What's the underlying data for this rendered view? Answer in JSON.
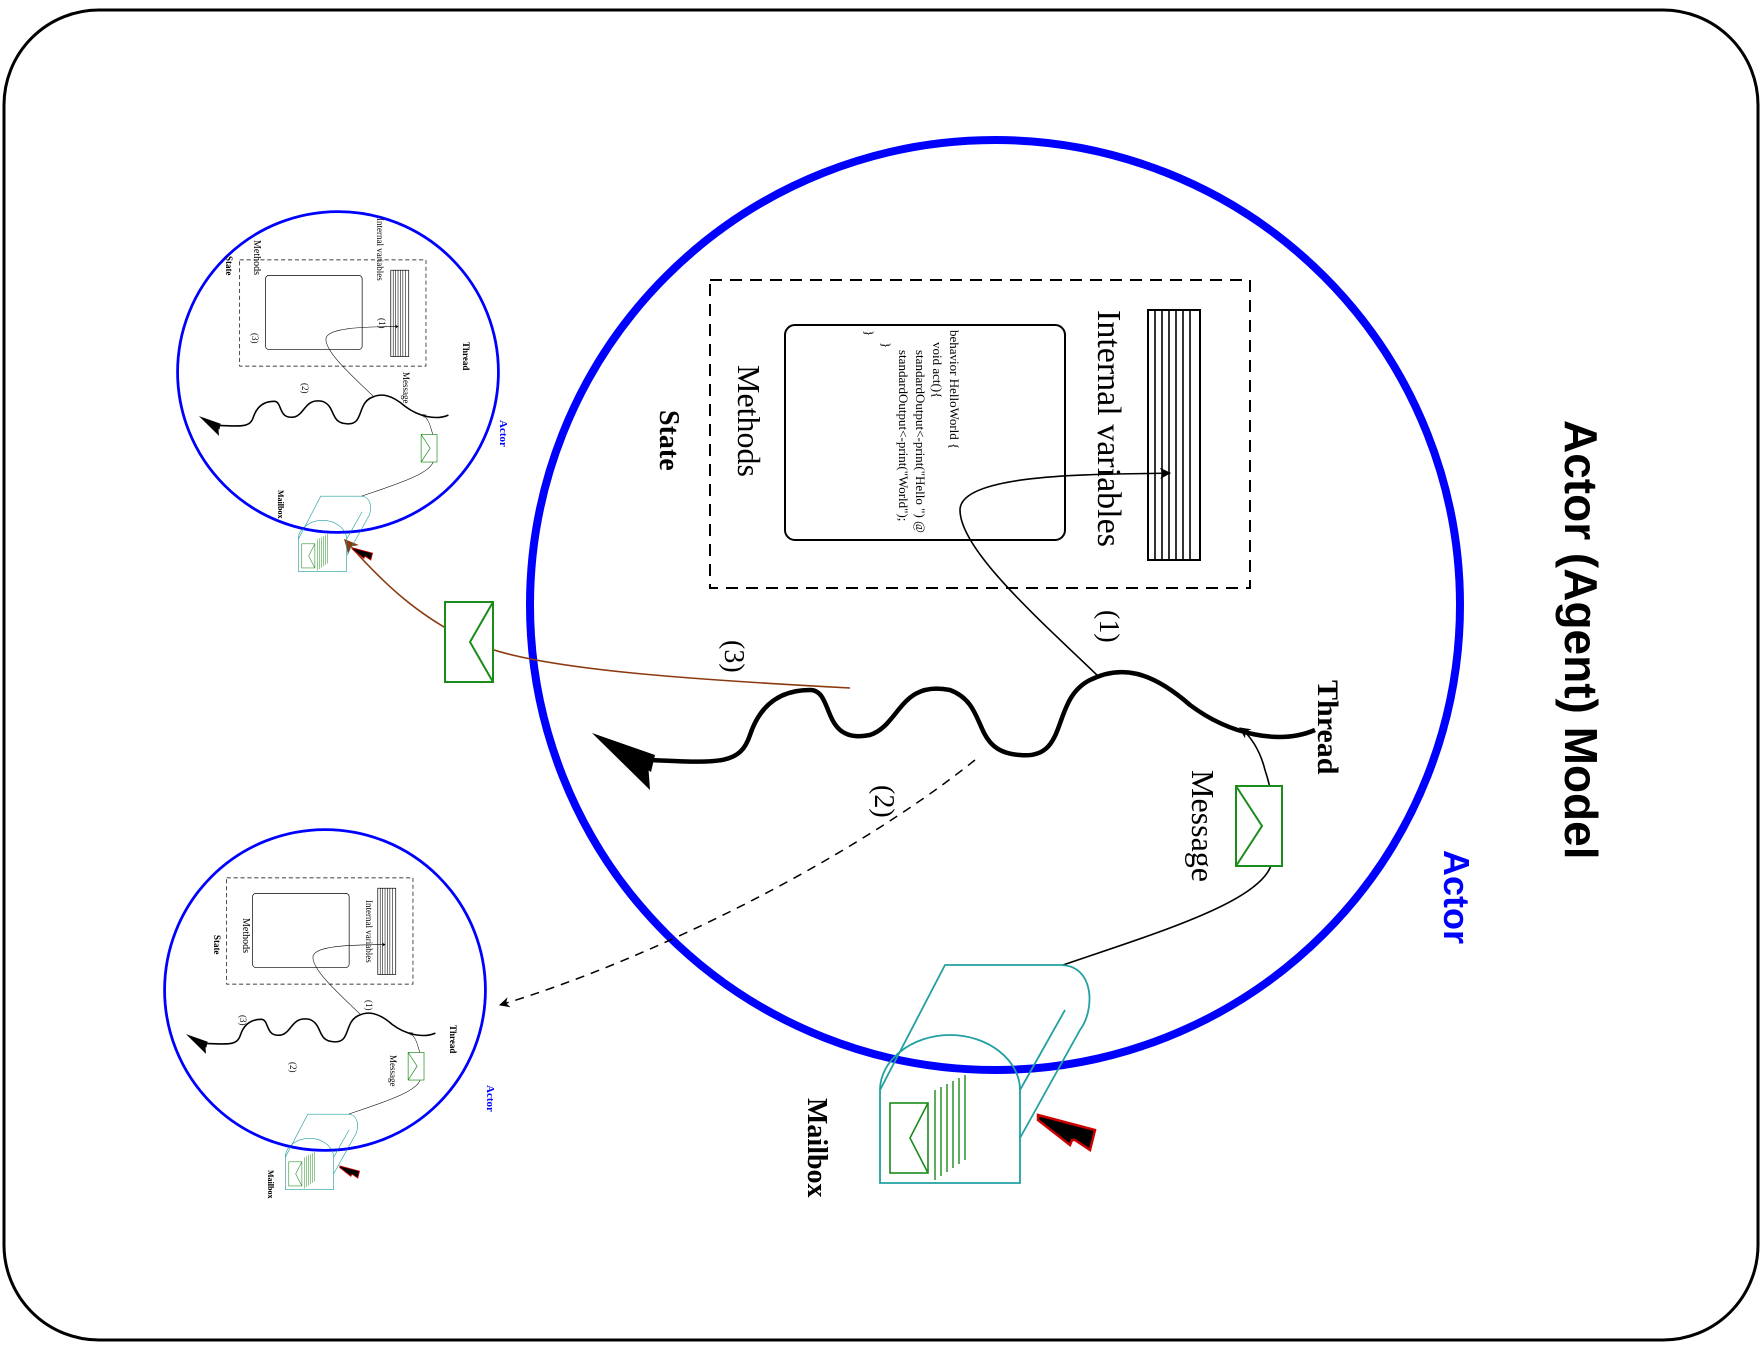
{
  "title": "Actor (Agent) Model",
  "colors": {
    "actor_circle": "#0000ff",
    "mailbox": "#22a0a0",
    "envelope": "#1a8c1a",
    "flag_outline": "#cc0000",
    "send_arrow": "#8b3a10",
    "ink": "#000000"
  },
  "main_actor": {
    "label": "Actor",
    "state_label": "State",
    "internal_variables_label": "Internal variables",
    "methods_label": "Methods",
    "code_lines": [
      "behavior HelloWorld {",
      "void act(){",
      "standardOutput<-print(\"Hello \") @",
      "standardOutput<-print(\"World\");",
      "}",
      "}"
    ],
    "thread_label": "Thread",
    "message_label": "Message",
    "mailbox_label": "Mailbox",
    "step_labels": [
      "(1)",
      "(2)",
      "(3)"
    ]
  },
  "small_actor_top": {
    "label": "Actor",
    "state_label": "State",
    "internal_variables_label": "Internal variables",
    "methods_label": "Methods",
    "thread_label": "Thread",
    "message_label": "Message",
    "mailbox_label": "Mailbox",
    "step_labels": [
      "(1)",
      "(2)",
      "(3)"
    ]
  },
  "small_actor_bottom": {
    "label": "Actor",
    "state_label": "State",
    "internal_variables_label": "Internal variables",
    "methods_label": "Methods",
    "thread_label": "Thread",
    "message_label": "Message",
    "mailbox_label": "Mailbox",
    "step_labels": [
      "(1)",
      "(2)",
      "(3)"
    ]
  }
}
